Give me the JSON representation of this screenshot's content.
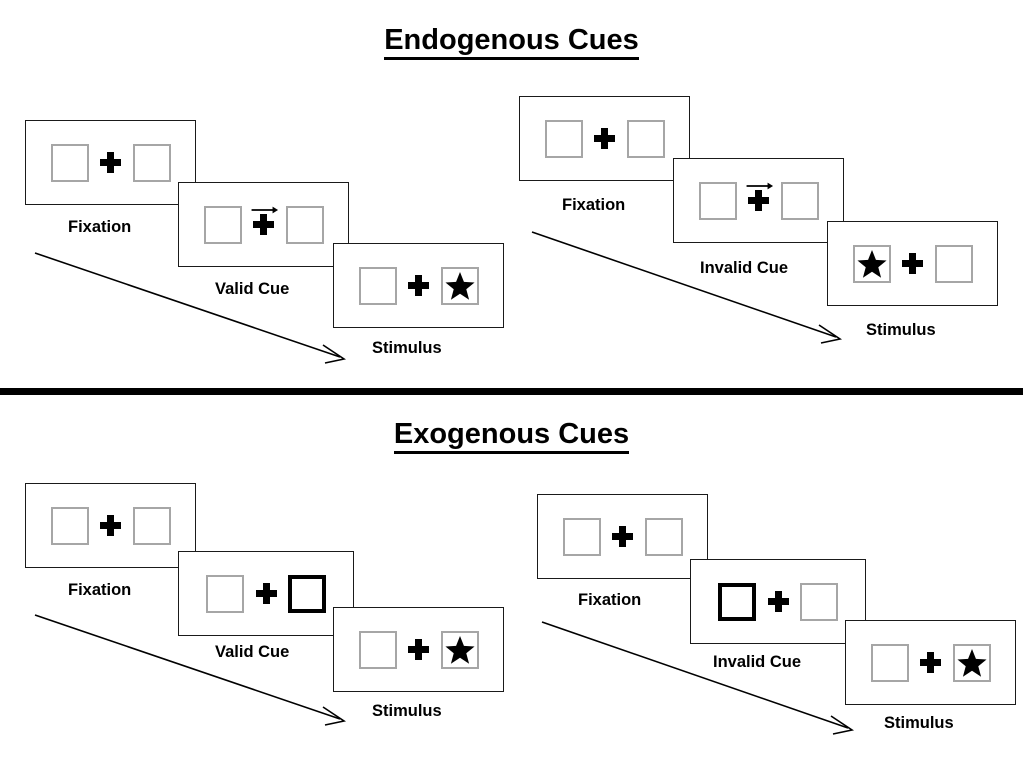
{
  "meta": {
    "figure_type": "posner-cueing-paradigm-diagram",
    "background_color": "#ffffff",
    "line_color": "#000000",
    "cell_border_color": "#a6a6a6",
    "cue_highlight_color": "#000000"
  },
  "sections": [
    {
      "id": "endogenous",
      "title": "Endogenous Cues",
      "columns": [
        {
          "id": "endogenous-valid",
          "panels": [
            {
              "id": "endo-valid-fixation",
              "caption": "Fixation",
              "left_cell": {
                "content": "empty",
                "highlight": false
              },
              "right_cell": {
                "content": "empty",
                "highlight": false
              },
              "cue": "none"
            },
            {
              "id": "endo-valid-cue",
              "caption": "Valid Cue",
              "left_cell": {
                "content": "empty",
                "highlight": false
              },
              "right_cell": {
                "content": "empty",
                "highlight": false
              },
              "cue": "arrow-right"
            },
            {
              "id": "endo-valid-stimulus",
              "caption": "Stimulus",
              "left_cell": {
                "content": "empty",
                "highlight": false
              },
              "right_cell": {
                "content": "star",
                "highlight": false
              },
              "cue": "none"
            }
          ]
        },
        {
          "id": "endogenous-invalid",
          "panels": [
            {
              "id": "endo-invalid-fixation",
              "caption": "Fixation",
              "left_cell": {
                "content": "empty",
                "highlight": false
              },
              "right_cell": {
                "content": "empty",
                "highlight": false
              },
              "cue": "none"
            },
            {
              "id": "endo-invalid-cue",
              "caption": "Invalid Cue",
              "left_cell": {
                "content": "empty",
                "highlight": false
              },
              "right_cell": {
                "content": "empty",
                "highlight": false
              },
              "cue": "arrow-right"
            },
            {
              "id": "endo-invalid-stimulus",
              "caption": "Stimulus",
              "left_cell": {
                "content": "star",
                "highlight": false
              },
              "right_cell": {
                "content": "empty",
                "highlight": false
              },
              "cue": "none"
            }
          ]
        }
      ]
    },
    {
      "id": "exogenous",
      "title": "Exogenous Cues",
      "columns": [
        {
          "id": "exogenous-valid",
          "panels": [
            {
              "id": "exo-valid-fixation",
              "caption": "Fixation",
              "left_cell": {
                "content": "empty",
                "highlight": false
              },
              "right_cell": {
                "content": "empty",
                "highlight": false
              },
              "cue": "none"
            },
            {
              "id": "exo-valid-cue",
              "caption": "Valid Cue",
              "left_cell": {
                "content": "empty",
                "highlight": false
              },
              "right_cell": {
                "content": "empty",
                "highlight": true
              },
              "cue": "none"
            },
            {
              "id": "exo-valid-stimulus",
              "caption": "Stimulus",
              "left_cell": {
                "content": "empty",
                "highlight": false
              },
              "right_cell": {
                "content": "star",
                "highlight": false
              },
              "cue": "none"
            }
          ]
        },
        {
          "id": "exogenous-invalid",
          "panels": [
            {
              "id": "exo-invalid-fixation",
              "caption": "Fixation",
              "left_cell": {
                "content": "empty",
                "highlight": false
              },
              "right_cell": {
                "content": "empty",
                "highlight": false
              },
              "cue": "none"
            },
            {
              "id": "exo-invalid-cue",
              "caption": "Invalid Cue",
              "left_cell": {
                "content": "empty",
                "highlight": true
              },
              "right_cell": {
                "content": "empty",
                "highlight": false
              },
              "cue": "none"
            },
            {
              "id": "exo-invalid-stimulus",
              "caption": "Stimulus",
              "left_cell": {
                "content": "empty",
                "highlight": false
              },
              "right_cell": {
                "content": "star",
                "highlight": false
              },
              "cue": "none"
            }
          ]
        }
      ]
    }
  ],
  "icons": {
    "star": "star-icon",
    "fixation_cross": "fixation-cross-icon",
    "cue_arrow": "arrow-right-icon",
    "time_arrow": "time-progression-arrow-icon"
  }
}
